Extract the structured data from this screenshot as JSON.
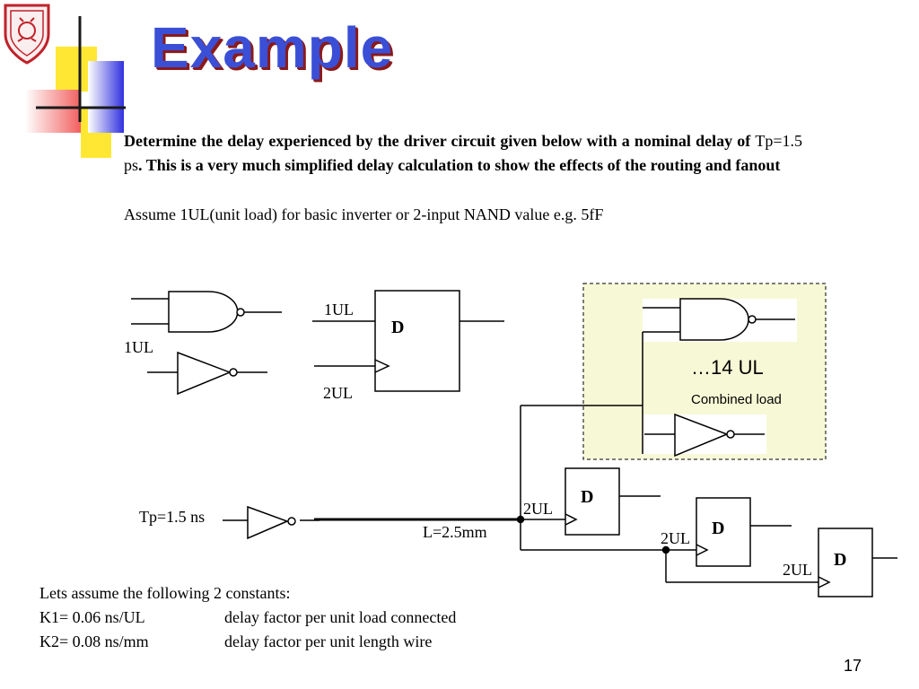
{
  "slide": {
    "title": "Example",
    "page_number": "17"
  },
  "intro": {
    "bold_1": "Determine the delay experienced by the driver circuit given below with a nominal delay of ",
    "tp_value": "Tp=1.5 ps",
    "bold_2": ". This is a very much simplified delay calculation to show the effects of the routing and fanout",
    "assume": "Assume 1UL(unit load) for basic inverter or 2-input NAND value e.g. 5fF"
  },
  "diagram": {
    "legend_gate_label": "1UL",
    "legend_ff_clk_label": "2UL",
    "legend_ff_d_label": "1UL",
    "ff_label": "D",
    "combined_count": "…14 UL",
    "combined_label": "Combined load",
    "driver_label": "Tp=1.5 ns",
    "wire_length": "L=2.5mm",
    "ff_clk_load": "2UL"
  },
  "constants": {
    "intro": "Lets assume the following 2 constants:",
    "k1_name": "K1= 0.06 ns/UL",
    "k1_desc": "delay factor per unit load connected",
    "k2_name": "K2= 0.08 ns/mm",
    "k2_desc": "delay factor per unit length wire"
  },
  "colors": {
    "title": "#3a4fd6",
    "title_shadow": "#8b1a1a",
    "combined_box_bg": "#f7f9d6",
    "logo_red": "#c0222a"
  }
}
